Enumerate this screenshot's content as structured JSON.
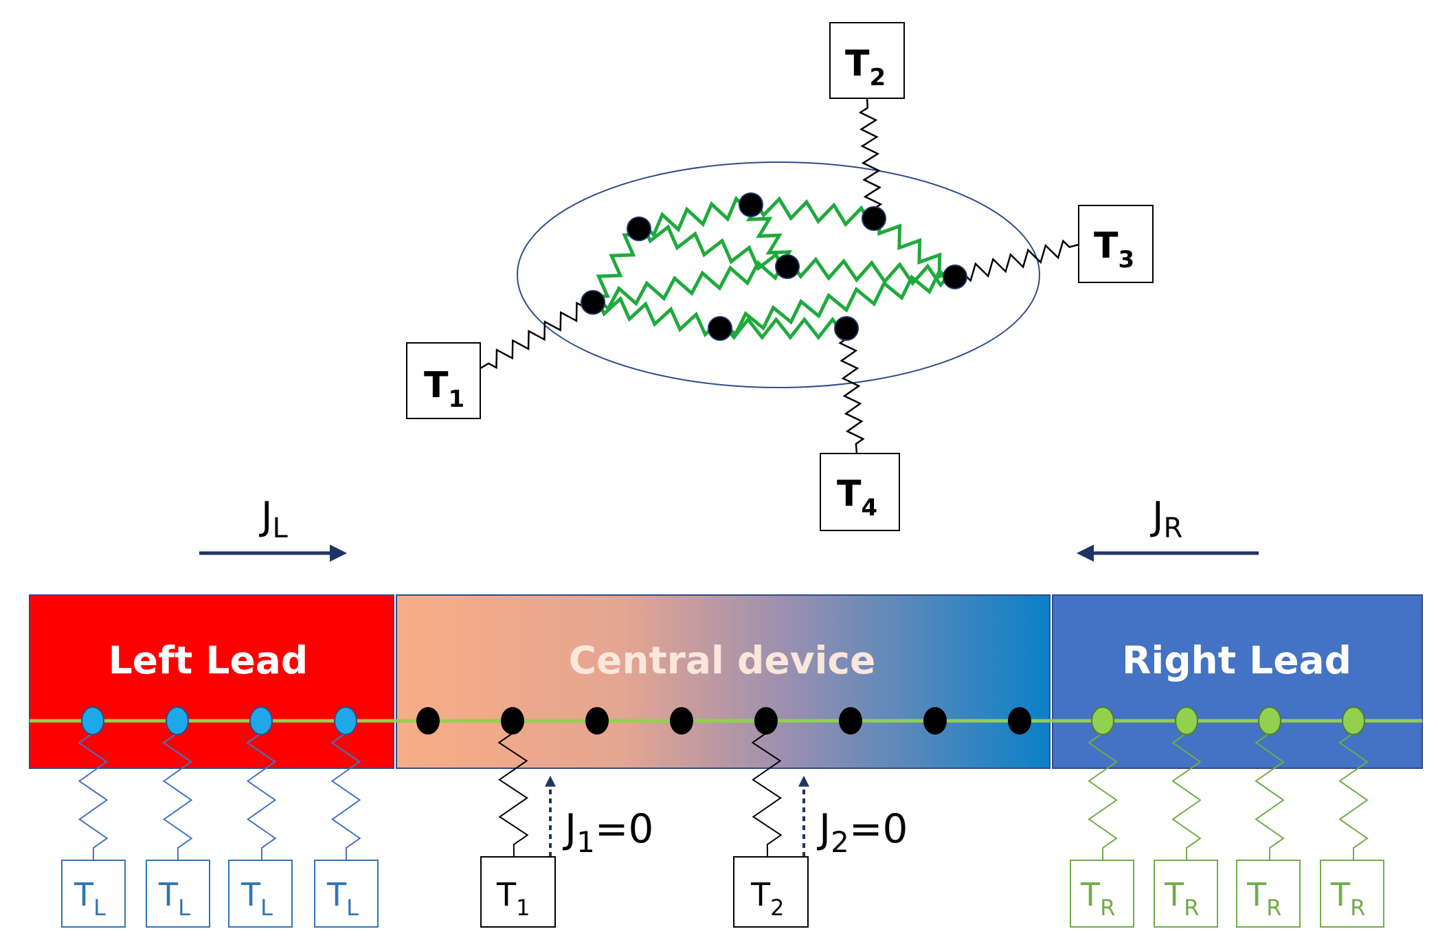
{
  "top_network": {
    "terminals": {
      "t1": {
        "main": "T",
        "sub": "1"
      },
      "t2": {
        "main": "T",
        "sub": "2"
      },
      "t3": {
        "main": "T",
        "sub": "3"
      },
      "t4": {
        "main": "T",
        "sub": "4"
      }
    }
  },
  "fluxes": {
    "left": {
      "main": "J",
      "sub": "L"
    },
    "right": {
      "main": "J",
      "sub": "R"
    },
    "probe1": {
      "main": "J",
      "sub": "1",
      "value": "=0"
    },
    "probe2": {
      "main": "J",
      "sub": "2",
      "value": "=0"
    }
  },
  "chain": {
    "left_lead": {
      "label": "Left Lead",
      "bath": {
        "main": "T",
        "sub": "L"
      }
    },
    "central": {
      "label": "Central device"
    },
    "right_lead": {
      "label": "Right Lead",
      "bath": {
        "main": "T",
        "sub": "R"
      }
    },
    "probes": {
      "p1": {
        "main": "T",
        "sub": "1"
      },
      "p2": {
        "main": "T",
        "sub": "2"
      }
    }
  },
  "colors": {
    "left_lead": "#ff0000",
    "right_lead": "#4472c4",
    "central_gradient": [
      "#f8ad85",
      "#0a80c8"
    ],
    "chain_line": "#92d050",
    "left_atoms": "#1fa8e8",
    "right_atoms": "#92d050",
    "left_springs": "#4472c4",
    "right_springs": "#70ad47",
    "network_springs": "#1faa3c",
    "arrow": "#1f3464"
  }
}
